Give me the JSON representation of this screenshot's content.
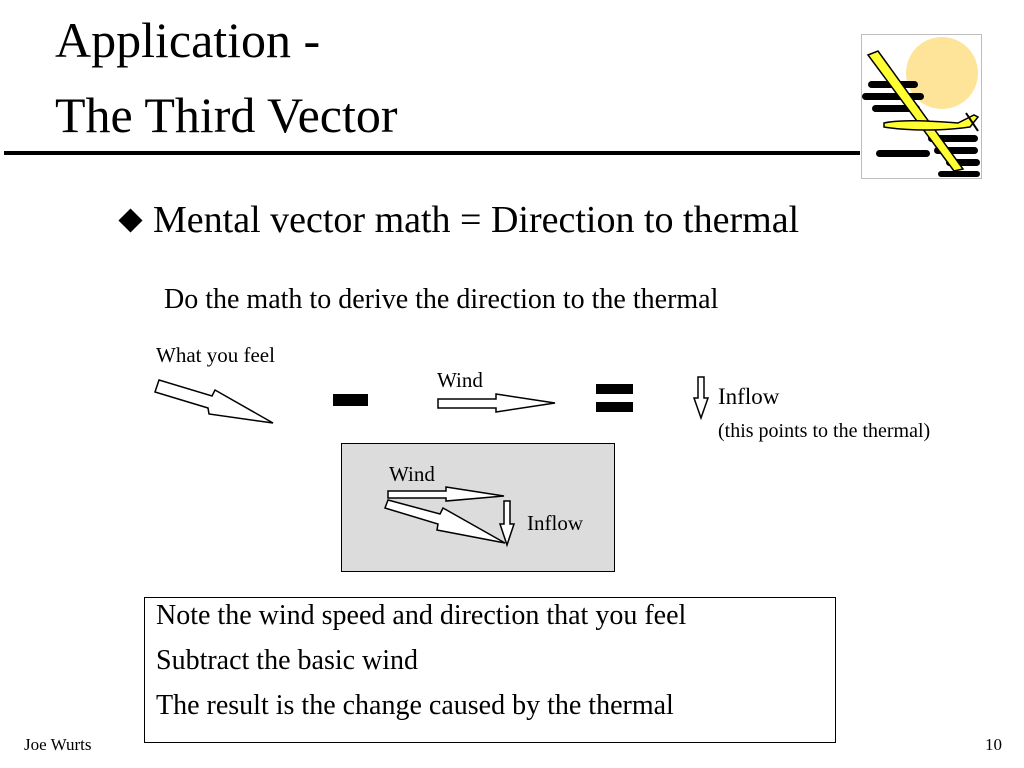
{
  "slide": {
    "title_line1": "Application -",
    "title_line2": "The Third Vector",
    "bullet": "Mental vector math = Direction to thermal",
    "subtext": "Do the math to derive the direction to the thermal"
  },
  "diagram": {
    "what_you_feel_label": "What you feel",
    "wind_label": "Wind",
    "inflow_label": "Inflow",
    "inflow_note": "(this points to the thermal)",
    "inset_wind_label": "Wind",
    "inset_inflow_label": "Inflow"
  },
  "notes": [
    "Note the wind speed and direction that you feel",
    "Subtract the basic wind",
    "The result is the change caused by the thermal"
  ],
  "footer": {
    "author": "Joe Wurts",
    "page_number": "10"
  },
  "colors": {
    "logo_sun": "#fde499",
    "logo_glider": "#ffff33",
    "inset_background": "#dcdcdc"
  },
  "icons": {
    "logo": "glider-sun-clouds-icon",
    "bullet": "diamond-bullet-icon"
  }
}
